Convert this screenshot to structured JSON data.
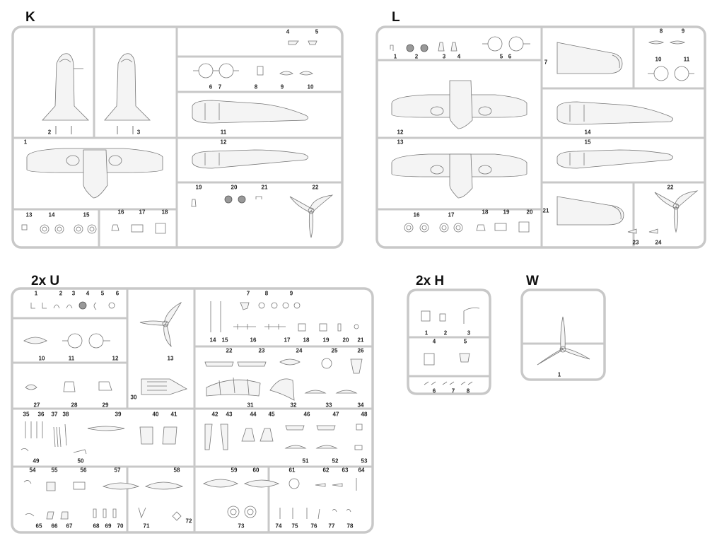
{
  "sprues": [
    {
      "id": "K",
      "title": "K",
      "part_numbers": [
        "1",
        "2",
        "3",
        "4",
        "5",
        "6",
        "7",
        "8",
        "9",
        "10",
        "11",
        "12",
        "13",
        "14",
        "15",
        "16",
        "17",
        "18",
        "19",
        "20",
        "21",
        "22"
      ]
    },
    {
      "id": "L",
      "title": "L",
      "part_numbers": [
        "1",
        "2",
        "3",
        "4",
        "5",
        "6",
        "7",
        "8",
        "9",
        "10",
        "11",
        "12",
        "13",
        "14",
        "15",
        "16",
        "17",
        "18",
        "19",
        "20",
        "21",
        "22",
        "23",
        "24"
      ]
    },
    {
      "id": "U",
      "title": "2x U",
      "part_numbers": [
        "1",
        "2",
        "3",
        "4",
        "5",
        "6",
        "7",
        "8",
        "9",
        "10",
        "11",
        "12",
        "13",
        "14",
        "15",
        "16",
        "17",
        "18",
        "19",
        "20",
        "21",
        "22",
        "23",
        "24",
        "25",
        "26",
        "27",
        "28",
        "29",
        "30",
        "31",
        "32",
        "33",
        "34",
        "35",
        "36",
        "37",
        "38",
        "39",
        "40",
        "41",
        "42",
        "43",
        "44",
        "45",
        "46",
        "47",
        "48",
        "49",
        "50",
        "51",
        "52",
        "53",
        "54",
        "55",
        "56",
        "57",
        "58",
        "59",
        "60",
        "61",
        "62",
        "63",
        "64",
        "65",
        "66",
        "67",
        "68",
        "69",
        "70",
        "71",
        "72",
        "73",
        "74",
        "75",
        "76",
        "77",
        "78"
      ]
    },
    {
      "id": "H",
      "title": "2x H",
      "part_numbers": [
        "1",
        "2",
        "3",
        "4",
        "5",
        "6",
        "7",
        "8"
      ]
    },
    {
      "id": "W",
      "title": "W",
      "part_numbers": [
        "1"
      ]
    }
  ]
}
